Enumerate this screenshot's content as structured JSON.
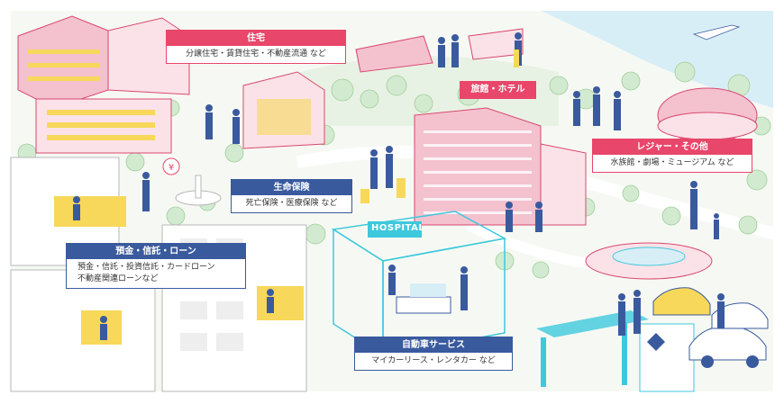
{
  "colors": {
    "pink": "#e8466a",
    "navy": "#3a5a9e",
    "teal": "#3ec8dc",
    "yellow": "#f7d85a",
    "building_pink": "#f4c1cf",
    "tree": "#dcefd7",
    "sea": "#d8eef7"
  },
  "labels": {
    "housing": {
      "title": "住宅",
      "detail": "分譲住宅・賃貸住宅・不動産流通 など"
    },
    "hotel": {
      "title": "旅館・ホテル"
    },
    "leisure": {
      "title": "レジャー・その他",
      "detail": "水族館・劇場・ミュージアム など"
    },
    "life_insurance": {
      "title": "生命保険",
      "detail": "死亡保険・医療保険 など"
    },
    "deposits": {
      "title": "預金・信託・ローン",
      "detail_line1": "預金・信託・投資信託・カードローン",
      "detail_line2": "不動産関連ローンなど"
    },
    "auto": {
      "title": "自動車サービス",
      "detail": "マイカーリース・レンタカー など"
    }
  },
  "signs": {
    "hospital": "HOSPITAL",
    "yen": "¥"
  }
}
